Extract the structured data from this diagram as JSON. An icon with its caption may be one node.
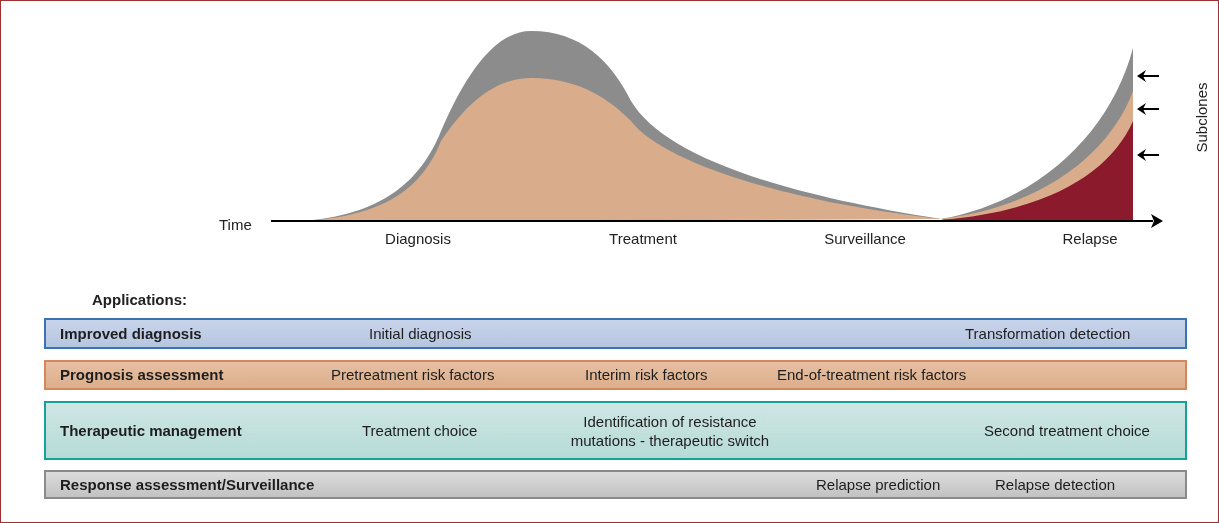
{
  "diagram": {
    "nodes": [
      {
        "text": [
          "Improved diagnosis",
          "Initial diagnosis",
          "Transformation detection"
        ]
      },
      {
        "text": [
          "Prognosis assessment",
          "Pretreatment risk factors",
          "Interim risk factors",
          "End-of-treatment risk factors"
        ]
      },
      {
        "text": [
          "Therapeutic management",
          "Treatment choice",
          "Identification of resistance mutations - therapeutic switch",
          "Second treatment choice"
        ]
      },
      {
        "text": [
          "Response assessment/Surveillance",
          "Relapse prediction",
          "Relapse detection"
        ]
      }
    ],
    "labels": [
      "Subclones",
      "Time",
      "Diagnosis",
      "Treatment",
      "Surveillance",
      "Relapse",
      "Applications:"
    ]
  }
}
